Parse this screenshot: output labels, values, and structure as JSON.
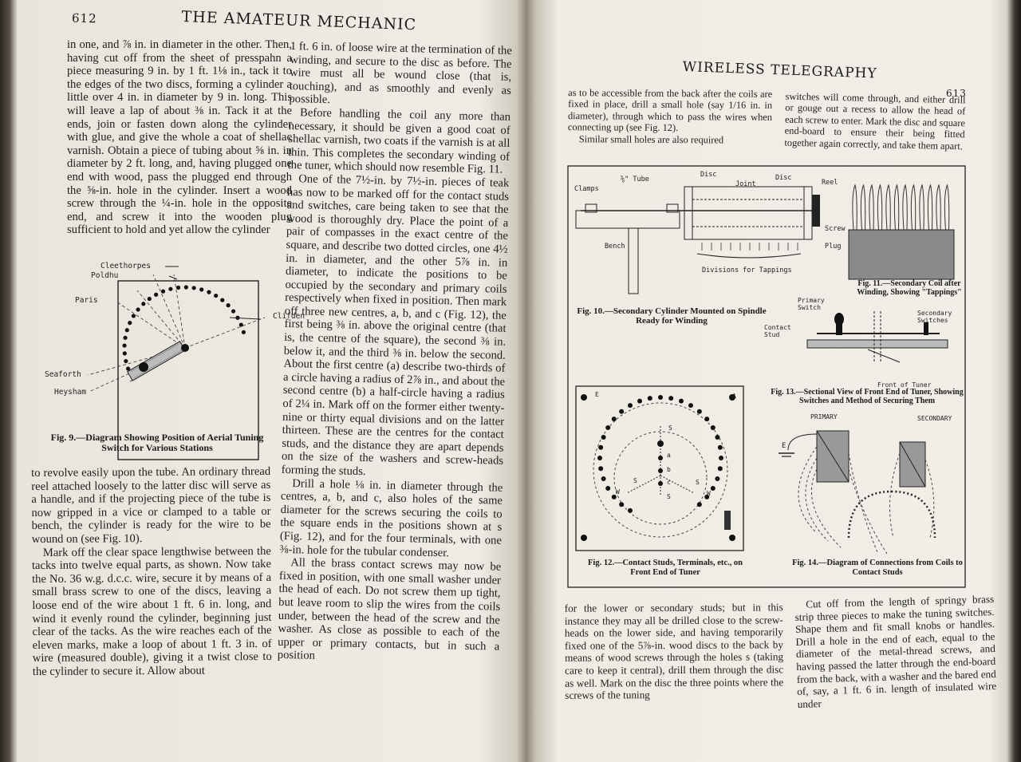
{
  "left_page": {
    "page_number": "612",
    "running_head": "THE AMATEUR MECHANIC",
    "column1_top": "in one, and ⅞ in. in diameter in the other. Then, having cut off from the sheet of presspahn a piece measuring 9 in. by 1 ft. 1⅛ in., tack it to the edges of the two discs, forming a cylinder a little over 4 in. in diameter by 9 in. long. This will leave a lap of about ⅜ in. Tack it at the ends, join or fasten down along the cylinder with glue, and give the whole a coat of shellac varnish. Obtain a piece of tubing about ⅝ in. in diameter by 2 ft. long, and, having plugged one end with wood, pass the plugged end through the ⅝-in. hole in the cylinder. Insert a wood screw through the ¼-in. hole in the opposite end, and screw it into the wooden plug sufficient to hold and yet allow the cylinder",
    "column1_bottom": [
      "to revolve easily upon the tube. An ordinary thread reel attached loosely to the latter disc will serve as a handle, and if the projecting piece of the tube is now gripped in a vice or clamped to a table or bench, the cylinder is ready for the wire to be wound on (see Fig. 10).",
      "Mark off the clear space lengthwise between the tacks into twelve equal parts, as shown. Now take the No. 36 w.g. d.c.c. wire, secure it by means of a small brass screw to one of the discs, leaving a loose end of the wire about 1 ft. 6 in. long, and wind it evenly round the cylinder, beginning just clear of the tacks. As the wire reaches each of the eleven marks, make a loop of about 1 ft. 3 in. of wire (measured double), giving it a twist close to the cylinder to secure it. Allow about"
    ],
    "column2": [
      "1 ft. 6 in. of loose wire at the termination of the winding, and secure to the disc as before. The wire must all be wound close (that is, touching), and as smoothly and evenly as possible.",
      "Before handling the coil any more than necessary, it should be given a good coat of shellac varnish, two coats if the varnish is at all thin. This completes the secondary winding of the tuner, which should now resemble Fig. 11.",
      "One of the 7½-in. by 7½-in. pieces of teak has now to be marked off for the contact studs and switches, care being taken to see that the wood is thoroughly dry. Place the point of a pair of compasses in the exact centre of the square, and describe two dotted circles, one 4½ in. in diameter, and the other 5⅞ in. in diameter, to indicate the positions to be occupied by the secondary and primary coils respectively when fixed in position. Then mark off three new centres, a, b, and c (Fig. 12), the first being ⅜ in. above the original centre (that is, the centre of the square), the second ⅜ in. below it, and the third ⅜ in. below the second. About the first centre (a) describe two-thirds of a circle having a radius of 2⅞ in., and about the second centre (b) a half-circle having a radius of 2¼ in. Mark off on the former either twenty-nine or thirty equal divisions and on the latter thirteen. These are the centres for the contact studs, and the distance they are apart depends on the size of the washers and screw-heads forming the studs.",
      "Drill a hole ⅛ in. in diameter through the centres, a, b, and c, also holes of the same diameter for the screws securing the coils to the square ends in the positions shown at s (Fig. 12), and for the four terminals, with one ⅜-in. hole for the tubular condenser.",
      "All the brass contact screws may now be fixed in position, with one small washer under the head of each. Do not screw them up tight, but leave room to slip the wires from the coils under, between the head of the screw and the washer. As close as possible to each of the upper or primary contacts, but in such a position"
    ],
    "fig9": {
      "caption": "Fig. 9.—Diagram Showing Position of Aerial Tuning Switch for Various Stations",
      "labels": [
        "Cleethorpes",
        "Poldhu",
        "Paris",
        "Clifden",
        "Seaforth",
        "Heysham"
      ]
    }
  },
  "right_page": {
    "running_head": "WIRELESS TELEGRAPHY",
    "page_number": "613",
    "column1_top": [
      "as to be accessible from the back after the coils are fixed in place, drill a small hole (say 1/16 in. in diameter), through which to pass the wires when connecting up (see Fig. 12).",
      "Similar small holes are also required"
    ],
    "column2_top": "switches will come through, and either drill or gouge out a recess to allow the head of each screw to enter. Mark the disc and square end-board to ensure their being fitted together again correctly, and take them apart.",
    "column1_bottom": "for the lower or secondary studs; but in this instance they may all be drilled close to the screw-heads on the lower side, and having temporarily fixed one of the 5⅞-in. wood discs to the back by means of wood screws through the holes s (taking care to keep it central), drill them through the disc as well. Mark on the disc the three points where the screws of the tuning",
    "column2_bottom": "Cut off from the length of springy brass strip three pieces to make the tuning switches. Shape them and fit small knobs or handles. Drill a hole in the end of each, equal to the diameter of the metal-thread screws, and having passed the latter through the end-board from the back, with a washer and the bared end of, say, a 1 ft. 6 in. length of insulated wire under",
    "fig10": {
      "caption": "Fig. 10.—Secondary Cylinder Mounted on Spindle Ready for Winding",
      "labels": [
        "Clamps",
        "⅝\" Tube",
        "Disc",
        "Joint",
        "Disc",
        "Reel",
        "Screw",
        "Plug",
        "Bench",
        "Divisions for Tappings"
      ]
    },
    "fig11": {
      "caption": "Fig. 11.—Secondary Coil after Winding, Showing \"Tappings\""
    },
    "fig12": {
      "caption": "Fig. 12.—Contact Studs, Terminals, etc., on Front End of Tuner",
      "labels": [
        "E",
        "A",
        "S",
        "a",
        "b",
        "c",
        "S",
        "S",
        "W",
        "S",
        "W"
      ]
    },
    "fig13": {
      "caption": "Fig. 13.—Sectional View of Front End of Tuner, Showing Switches and Method of Securing Them",
      "labels": [
        "Primary Switch",
        "Secondary Switches",
        "Contact Stud",
        "Front of Tuner"
      ]
    },
    "fig14": {
      "caption": "Fig. 14.—Diagram of Connections from Coils to Contact Studs",
      "labels": [
        "PRIMARY",
        "SECONDARY",
        "E"
      ]
    }
  }
}
